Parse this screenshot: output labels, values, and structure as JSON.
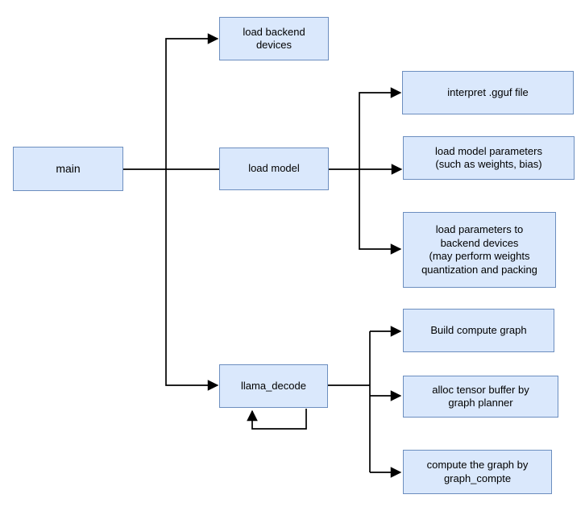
{
  "diagram": {
    "type": "flowchart",
    "background": "#ffffff",
    "colors": {
      "node_fill": "#dae8fc",
      "node_border": "#6c8ebf",
      "connector": "#000000",
      "text": "#000000"
    },
    "nodes": {
      "main": {
        "label": "main"
      },
      "load_backend_devices": {
        "label": "load backend\ndevices"
      },
      "load_model": {
        "label": "load model"
      },
      "llama_decode": {
        "label": "llama_decode"
      },
      "interpret_gguf_file": {
        "label": "interpret .gguf file"
      },
      "load_model_parameters": {
        "label": "load model parameters\n(such as weights, bias)"
      },
      "load_parameters_to_backend": {
        "label": "load parameters to\nbackend devices\n(may perform weights\nquantization and packing"
      },
      "build_compute_graph": {
        "label": "Build compute graph"
      },
      "alloc_tensor_buffer": {
        "label": "alloc tensor buffer by\ngraph planner"
      },
      "compute_the_graph": {
        "label": "compute the graph by\ngraph_compte"
      }
    },
    "edges": [
      {
        "from": "main",
        "to": "load_backend_devices",
        "type": "arrow"
      },
      {
        "from": "main",
        "to": "load_model",
        "type": "arrow"
      },
      {
        "from": "main",
        "to": "llama_decode",
        "type": "arrow"
      },
      {
        "from": "load_model",
        "to": "interpret_gguf_file",
        "type": "arrow"
      },
      {
        "from": "load_model",
        "to": "load_model_parameters",
        "type": "arrow"
      },
      {
        "from": "load_model",
        "to": "load_parameters_to_backend",
        "type": "arrow"
      },
      {
        "from": "llama_decode",
        "to": "build_compute_graph",
        "type": "arrow"
      },
      {
        "from": "llama_decode",
        "to": "alloc_tensor_buffer",
        "type": "arrow"
      },
      {
        "from": "llama_decode",
        "to": "compute_the_graph",
        "type": "arrow"
      },
      {
        "from": "llama_decode",
        "to": "llama_decode",
        "type": "self-loop"
      }
    ]
  }
}
